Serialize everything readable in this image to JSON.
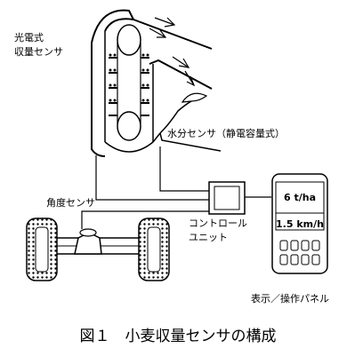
{
  "labels": {
    "optical_sensor_line1": "光電式",
    "optical_sensor_line2": "収量センサ",
    "moisture_sensor": "水分センサ（静電容量式）",
    "angle_sensor": "角度センサ",
    "controller_line1": "コントロール",
    "controller_line2": "ユニット",
    "display_panel": "表示／操作パネル"
  },
  "display": {
    "line1": "6 t/ha",
    "line2": "1.5 km/h"
  },
  "caption": "図１　小麦収量センサの構成"
}
